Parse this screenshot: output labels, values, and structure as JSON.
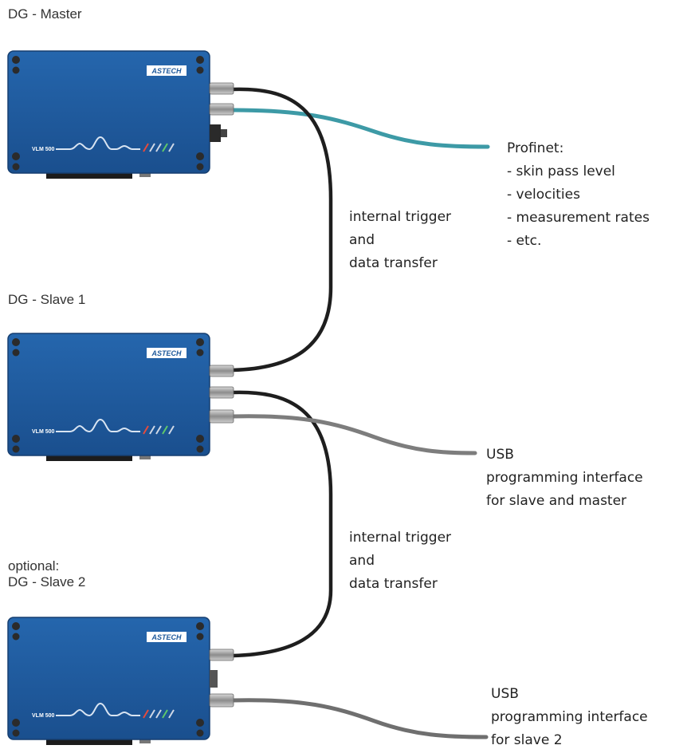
{
  "labels": {
    "master": "DG - Master",
    "slave1": "DG - Slave 1",
    "slave2_opt": "optional:",
    "slave2": "DG - Slave 2"
  },
  "devices": [
    {
      "brand": "ASTECH",
      "model": "VLM 500"
    },
    {
      "brand": "ASTECH",
      "model": "VLM 500"
    },
    {
      "brand": "ASTECH",
      "model": "VLM 500"
    }
  ],
  "profinet": {
    "title": "Profinet:",
    "items": [
      "- skin pass level",
      "- velocities",
      "- measurement rates",
      "- etc."
    ]
  },
  "trigger1": [
    "internal trigger",
    "and",
    "data transfer"
  ],
  "trigger2": [
    "internal trigger",
    "and",
    "data transfer"
  ],
  "usb1": [
    "USB",
    "programming interface",
    "for slave and master"
  ],
  "usb2": [
    "USB",
    "programming interface",
    "for slave 2"
  ],
  "colors": {
    "device_blue": "#1f5a9c",
    "device_dark": "#174a84",
    "profinet_cable": "#3d9aa6",
    "usb_cable": "#7d7d7d",
    "trigger_cable": "#1e1e1e"
  }
}
